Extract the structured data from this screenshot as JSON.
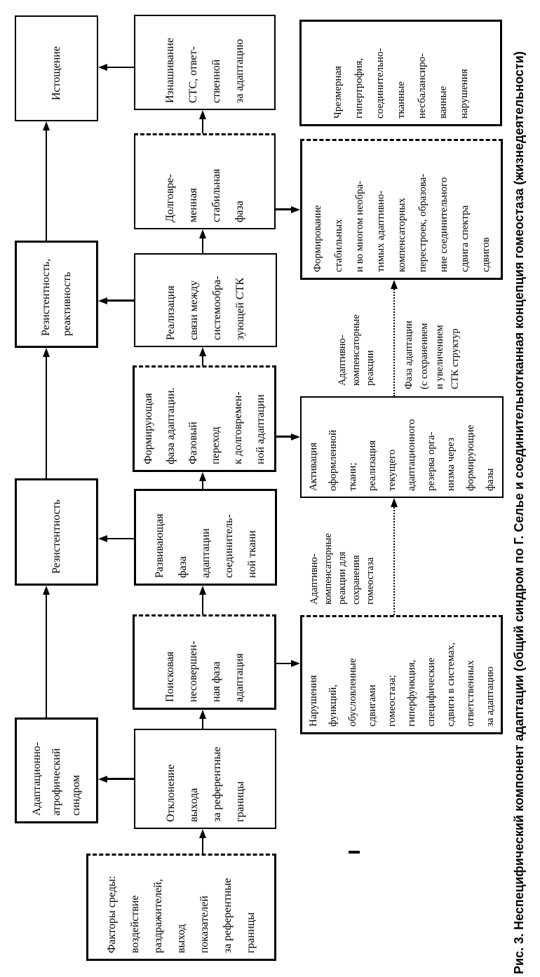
{
  "figure": {
    "caption": "Рис. 3. Неспецифический компонент адаптации (общий синдром по Г. Селье и соединительнотканная концепция гомеостаза (жизнедеятельности)"
  },
  "colors": {
    "ink": "#000000",
    "paper": "#ffffff"
  },
  "nodes": {
    "exhaustion": {
      "text": "Истощение"
    },
    "resistance_reactivity": {
      "text": "Резистентность,\nреактивность"
    },
    "resistance": {
      "text": "Резистентность"
    },
    "adaptation_atrophic_syndrome": {
      "text": "Адаптационно-\nатрофический\nсиндром"
    },
    "wear_of_sts": {
      "text": "Изнашивание\nСТС, ответ-\nственной\nза адаптацию"
    },
    "long_term_stable_phase": {
      "text": "Долговре-\nменная\nстабильная\nфаза"
    },
    "realization_link": {
      "text": "Реализация\nсвязи между\nсистемообра-\nзующей СТК"
    },
    "forming_phase": {
      "text": "Формирующая\nфаза адаптации.\nФазовый\nпереход\nк долговремен-\nной адаптации"
    },
    "developing_phase": {
      "text": "Развивающая\nфаза\nадаптации\nсоединитель-\nной ткани"
    },
    "search_phase": {
      "text": "Поисковая\nнесовершен-\nная фаза\nадаптация"
    },
    "deviation": {
      "text": "Отклонение\nвыхода\nза референтные\nграницы"
    },
    "environment_factors": {
      "text": "Факторы среды:\nвоздействие\nраздражителей,\nвыход\nпоказателей\nза референтные\nграницы"
    },
    "excessive_hypertrophy": {
      "text": "Чрезмерная\nгипертрофия,\nсоединительно-\nтканные\nнесбалансиро-\nванные\nнарушения"
    },
    "formation_of_stable": {
      "text": "Формирование\nстабильных\nи во многом необра-\nтимых адаптивно-\nкомпенсаторных\nперестроек, образова-\nние соединительного\nсдвига спектра\nсдвигов"
    },
    "activation_of_tissue": {
      "text": "Активация\nоформленной\nткани;\nреализация\nтекущего\nадаптационного\nрезерва орга-\nнизма через\nформирующие\nфазы"
    },
    "function_disturbances": {
      "text": "Нарушения\nфункций,\nобусловленные\nсдвигами\nгомеостаза;\nгиперфункция,\nспецифические\nсдвиги в системах,\nответственных\nза адаптацию"
    }
  },
  "float_labels": {
    "adaptive_compensatory_reactions": {
      "text": "Адаптивно-\nкомпенсаторные\nреакции"
    },
    "adaptation_phase_stk": {
      "text": "Фаза адаптации\n(с сохранением\nи увеличением\nСТК структур"
    },
    "adaptive_compensatory_homeostasis": {
      "text": "Адаптивно-\nкомпенсаторные\nреакции для\nсохранения\nгомеостаза"
    }
  }
}
